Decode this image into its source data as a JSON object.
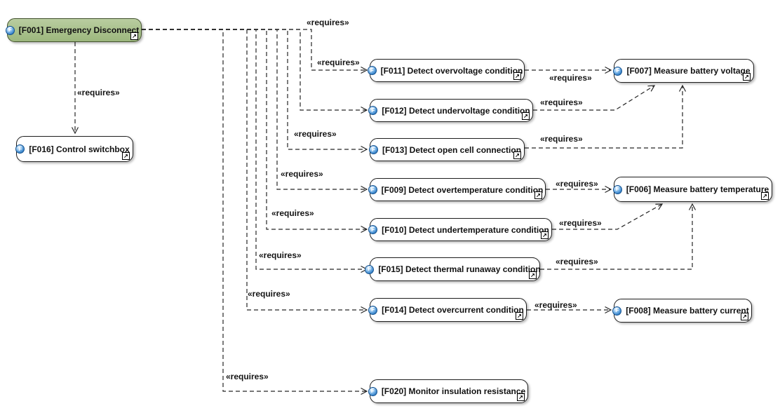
{
  "diagram": {
    "colors": {
      "canvas_background": "#ffffff",
      "node_fill": "#ffffff",
      "highlight_node_fill": "#a9c08c",
      "line_color": "#262626"
    },
    "icons": {
      "function_badge": "F",
      "drilldown": "↗"
    },
    "nodes": [
      {
        "id": "F001",
        "label": "[F001] Emergency Disconnect"
      },
      {
        "id": "F016",
        "label": "[F016] Control switchbox"
      },
      {
        "id": "F011",
        "label": "[F011] Detect overvoltage condition"
      },
      {
        "id": "F012",
        "label": "[F012] Detect undervoltage condition"
      },
      {
        "id": "F013",
        "label": "[F013] Detect open cell connection"
      },
      {
        "id": "F009",
        "label": "[F009] Detect overtemperature condition"
      },
      {
        "id": "F010",
        "label": "[F010] Detect undertemperature condition"
      },
      {
        "id": "F015",
        "label": "[F015] Detect thermal runaway condition"
      },
      {
        "id": "F014",
        "label": "[F014] Detect overcurrent condition"
      },
      {
        "id": "F020",
        "label": "[F020] Monitor insulation resistance"
      },
      {
        "id": "F007",
        "label": "[F007] Measure battery voltage"
      },
      {
        "id": "F006",
        "label": "[F006] Measure battery temperature"
      },
      {
        "id": "F008",
        "label": "[F008] Measure battery current"
      }
    ],
    "edges": [
      {
        "from": "F001",
        "to": "F016",
        "label": "«requires»"
      },
      {
        "from": "F001",
        "to": "F011",
        "label": "«requires»"
      },
      {
        "from": "F001",
        "to": "F012",
        "label": "«requires»"
      },
      {
        "from": "F001",
        "to": "F013",
        "label": "«requires»"
      },
      {
        "from": "F001",
        "to": "F009",
        "label": "«requires»"
      },
      {
        "from": "F001",
        "to": "F010",
        "label": "«requires»"
      },
      {
        "from": "F001",
        "to": "F015",
        "label": "«requires»"
      },
      {
        "from": "F001",
        "to": "F014",
        "label": "«requires»"
      },
      {
        "from": "F001",
        "to": "F020",
        "label": "«requires»"
      },
      {
        "from": "F011",
        "to": "F007",
        "label": "«requires»"
      },
      {
        "from": "F012",
        "to": "F007",
        "label": "«requires»"
      },
      {
        "from": "F013",
        "to": "F007",
        "label": "«requires»"
      },
      {
        "from": "F009",
        "to": "F006",
        "label": "«requires»"
      },
      {
        "from": "F010",
        "to": "F006",
        "label": "«requires»"
      },
      {
        "from": "F015",
        "to": "F006",
        "label": "«requires»"
      },
      {
        "from": "F014",
        "to": "F008",
        "label": "«requires»"
      }
    ]
  }
}
